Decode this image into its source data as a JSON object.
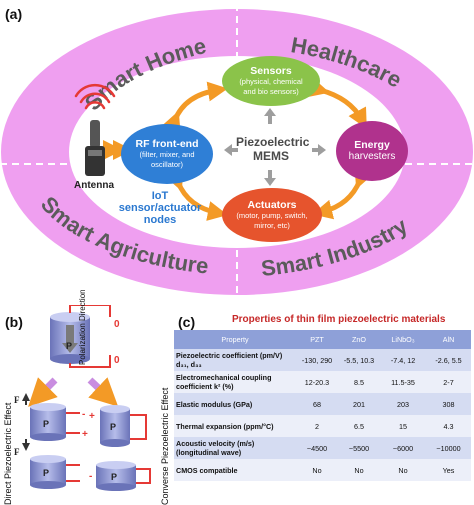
{
  "panel_a": {
    "letter": "(a)",
    "quadrants": {
      "top_left": "Smart Home",
      "top_right": "Healthcare",
      "bottom_left": "Smart Agriculture",
      "bottom_right": "Smart Industry"
    },
    "center": {
      "line1": "Piezoelectric",
      "line2": "MEMS"
    },
    "nodes": {
      "sensors": {
        "title": "Sensors",
        "sub1": "(physical, chemical",
        "sub2": "and bio sensors)",
        "color": "#8bc34a"
      },
      "rf": {
        "title": "RF front-end",
        "sub1": "(filter, mixer, and",
        "sub2": "oscillator)",
        "color": "#2f7fd6"
      },
      "energy": {
        "title": "Energy",
        "sub1": "harvesters",
        "color": "#b0328d"
      },
      "actuators": {
        "title": "Actuators",
        "sub1": "(motor, pump, switch,",
        "sub2": "mirror, etc)",
        "color": "#e6542d"
      }
    },
    "antenna_label": "Antenna",
    "iot": {
      "line1": "IoT",
      "line2": "sensor/actuator",
      "line3": "nodes"
    },
    "colors": {
      "ring": "#ef9ff0",
      "inner": "#ffffff",
      "arrow": "#f39a26",
      "text_grey": "#5b5b5b"
    }
  },
  "panel_b": {
    "letter": "(b)",
    "polarization": "Polarization Direction",
    "direct": "Direct Piezoelectric Effect",
    "converse": "Converse Piezoelectric Effect",
    "p_label": "P",
    "f_label": "F",
    "zero_label": "0",
    "plus_label": "+",
    "minus_label": "-",
    "colors": {
      "cylinder": "#8c95d4",
      "wire": "#e53935",
      "arrow_purple": "#c98de0"
    }
  },
  "panel_c": {
    "letter": "(c)",
    "title": "Properties of thin film piezoelectric materials",
    "headers": [
      "Property",
      "PZT",
      "ZnO",
      "LiNbO₃",
      "AlN"
    ],
    "rows": [
      {
        "property": "Piezoelectric coefficient (pm/V) d₃₁, d₃₃",
        "pzt": "-130, 290",
        "zno": "-5.5, 10.3",
        "linbo3": "-7.4, 12",
        "aln": "-2.6, 5.5"
      },
      {
        "property": "Electromechanical coupling coefficient k² (%)",
        "pzt": "12-20.3",
        "zno": "8.5",
        "linbo3": "11.5-35",
        "aln": "2-7"
      },
      {
        "property": "Elastic modulus (GPa)",
        "pzt": "68",
        "zno": "201",
        "linbo3": "203",
        "aln": "308"
      },
      {
        "property": "Thermal expansion (ppm/°C)",
        "pzt": "2",
        "zno": "6.5",
        "linbo3": "15",
        "aln": "4.3"
      },
      {
        "property": "Acoustic velocity (m/s) (longitudinal wave)",
        "pzt": "~4500",
        "zno": "~5500",
        "linbo3": "~6000",
        "aln": "~10000"
      },
      {
        "property": "CMOS compatible",
        "pzt": "No",
        "zno": "No",
        "linbo3": "No",
        "aln": "Yes"
      }
    ]
  }
}
